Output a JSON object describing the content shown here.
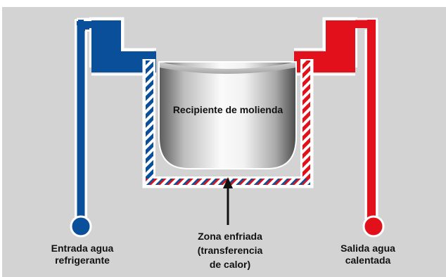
{
  "diagram": {
    "vessel_label": "Recipiente de molienda",
    "inlet_label": "Entrada agua\nrefrigerante",
    "outlet_label": "Salida agua\ncalentada",
    "zone_label": "Zona enfriada\n(transferencia\nde calor)"
  },
  "colors": {
    "background": "#d3d3d3",
    "cold_water": "#0a4f9a",
    "hot_water": "#e2101a",
    "outline": "#ffffff",
    "arrow": "#111111"
  },
  "icons": {
    "arrow": "up-arrow-icon",
    "inlet_port": "circle-port-icon",
    "outlet_port": "circle-port-icon"
  }
}
